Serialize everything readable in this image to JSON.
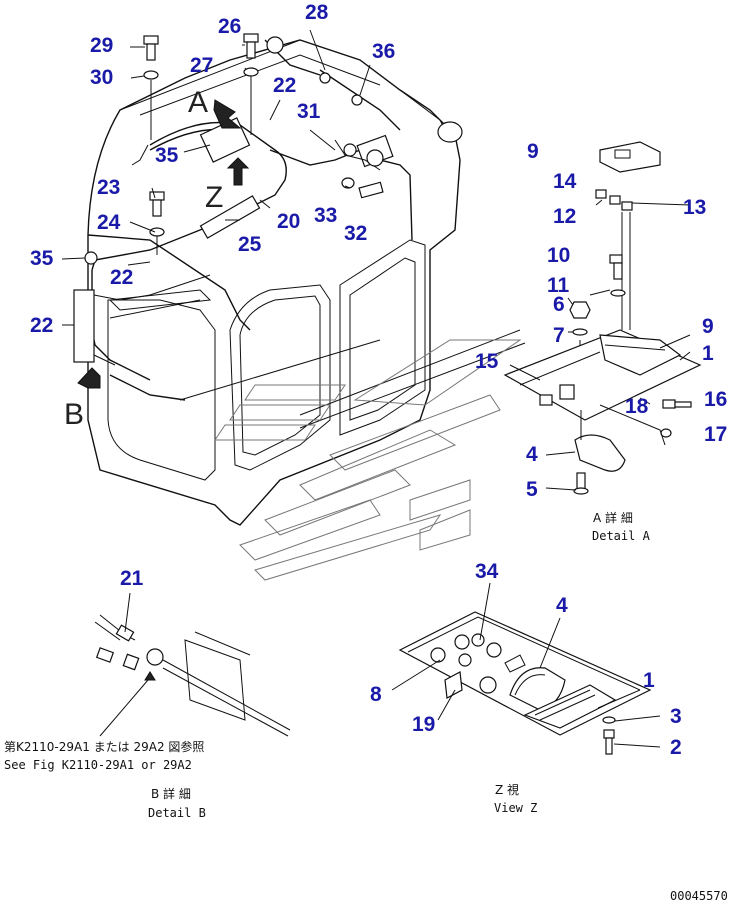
{
  "view_letters": {
    "a": "A",
    "b": "B",
    "z": "Z"
  },
  "captions": {
    "detail_a_jp": "A 詳 細",
    "detail_a_en": "Detail A",
    "detail_b_jp": "B 詳 細",
    "detail_b_en": "Detail B",
    "view_z_jp": "Z  視",
    "view_z_en": "View Z",
    "ref_jp": "第K2110-29A1 または 29A2 図参照",
    "ref_en": "See Fig K2110-29A1 or 29A2",
    "drawing_no": "00045570"
  },
  "callouts": [
    {
      "id": "c29",
      "text": "29"
    },
    {
      "id": "c30",
      "text": "30"
    },
    {
      "id": "c26",
      "text": "26"
    },
    {
      "id": "c27",
      "text": "27"
    },
    {
      "id": "c28",
      "text": "28"
    },
    {
      "id": "c36",
      "text": "36"
    },
    {
      "id": "c22a",
      "text": "22"
    },
    {
      "id": "c31",
      "text": "31"
    },
    {
      "id": "c35a",
      "text": "35"
    },
    {
      "id": "c23",
      "text": "23"
    },
    {
      "id": "c24",
      "text": "24"
    },
    {
      "id": "c33",
      "text": "33"
    },
    {
      "id": "c32",
      "text": "32"
    },
    {
      "id": "c20",
      "text": "20"
    },
    {
      "id": "c25",
      "text": "25"
    },
    {
      "id": "c35b",
      "text": "35"
    },
    {
      "id": "c22b",
      "text": "22"
    },
    {
      "id": "c22c",
      "text": "22"
    },
    {
      "id": "c9a",
      "text": "9"
    },
    {
      "id": "c14",
      "text": "14"
    },
    {
      "id": "c13",
      "text": "13"
    },
    {
      "id": "c12",
      "text": "12"
    },
    {
      "id": "c10",
      "text": "10"
    },
    {
      "id": "c11",
      "text": "11"
    },
    {
      "id": "c6",
      "text": "6"
    },
    {
      "id": "c7",
      "text": "7"
    },
    {
      "id": "c9b",
      "text": "9"
    },
    {
      "id": "c1a",
      "text": "1"
    },
    {
      "id": "c15",
      "text": "15"
    },
    {
      "id": "c18",
      "text": "18"
    },
    {
      "id": "c16",
      "text": "16"
    },
    {
      "id": "c17",
      "text": "17"
    },
    {
      "id": "c4a",
      "text": "4"
    },
    {
      "id": "c5",
      "text": "5"
    },
    {
      "id": "c21",
      "text": "21"
    },
    {
      "id": "c34",
      "text": "34"
    },
    {
      "id": "c4b",
      "text": "4"
    },
    {
      "id": "c8",
      "text": "8"
    },
    {
      "id": "c1b",
      "text": "1"
    },
    {
      "id": "c3",
      "text": "3"
    },
    {
      "id": "c19",
      "text": "19"
    },
    {
      "id": "c2",
      "text": "2"
    }
  ]
}
